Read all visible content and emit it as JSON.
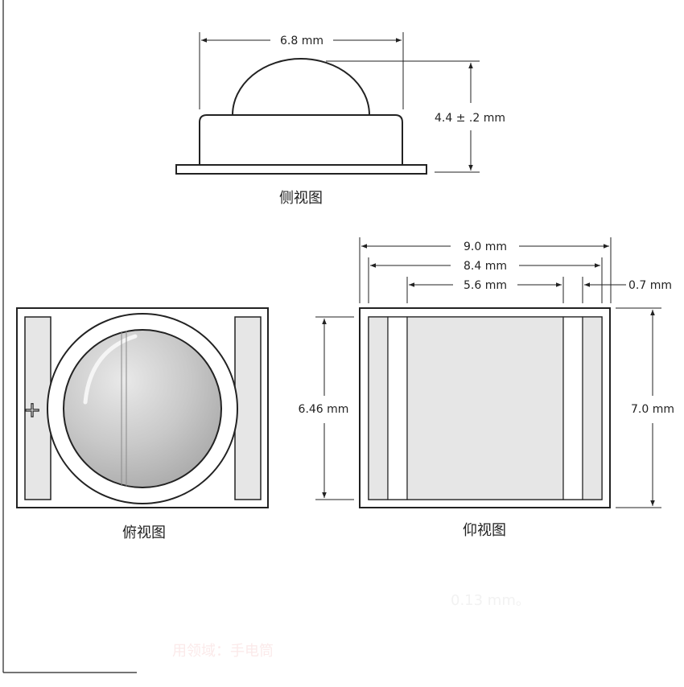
{
  "side_view": {
    "caption": "侧视图",
    "width_label": "6.8 mm",
    "height_label": "4.4 ± .2 mm"
  },
  "top_view": {
    "caption": "俯视图",
    "polarity_mark": "+"
  },
  "bottom_view": {
    "caption": "仰视图",
    "width_outer_label": "9.0 mm",
    "width_mid_label": "8.4 mm",
    "width_inner_label": "5.6 mm",
    "pad_width_label": "0.7 mm",
    "height_inner_label": "6.46 mm",
    "height_outer_label": "7.0 mm"
  },
  "faded_text": {
    "line1": "0.13 mm。",
    "line2": "用领域：手电筒"
  },
  "colors": {
    "line": "#222222",
    "lens_fill": "#c8c8c8",
    "pad_fill": "#e6e6e6"
  }
}
